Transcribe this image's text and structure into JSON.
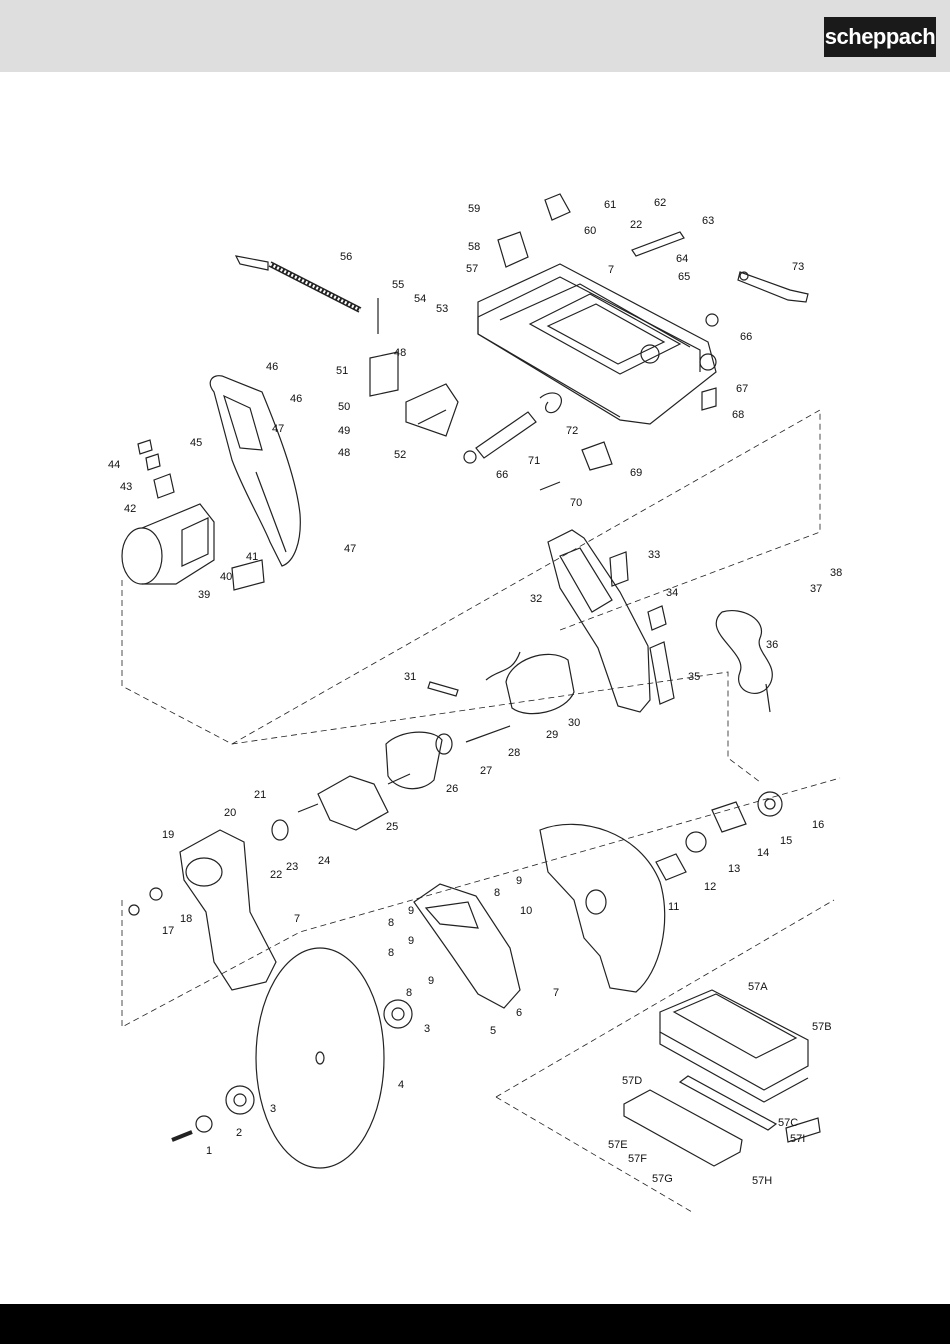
{
  "header": {
    "brand": "scheppach"
  },
  "diagram": {
    "labels": [
      "1",
      "2",
      "3",
      "3",
      "4",
      "5",
      "6",
      "7",
      "7",
      "7",
      "8",
      "8",
      "8",
      "8",
      "9",
      "9",
      "9",
      "9",
      "10",
      "11",
      "12",
      "13",
      "14",
      "15",
      "16",
      "17",
      "18",
      "19",
      "20",
      "21",
      "22",
      "22",
      "23",
      "24",
      "25",
      "26",
      "27",
      "28",
      "29",
      "30",
      "31",
      "32",
      "33",
      "34",
      "35",
      "36",
      "37",
      "38",
      "39",
      "40",
      "41",
      "42",
      "43",
      "44",
      "45",
      "46",
      "46",
      "47",
      "47",
      "48",
      "48",
      "49",
      "50",
      "51",
      "52",
      "53",
      "54",
      "55",
      "56",
      "57",
      "58",
      "59",
      "60",
      "61",
      "62",
      "63",
      "64",
      "65",
      "66",
      "66",
      "67",
      "68",
      "69",
      "70",
      "71",
      "72",
      "73",
      "57A",
      "57B",
      "57C",
      "57D",
      "57E",
      "57F",
      "57G",
      "57H",
      "57I"
    ]
  }
}
